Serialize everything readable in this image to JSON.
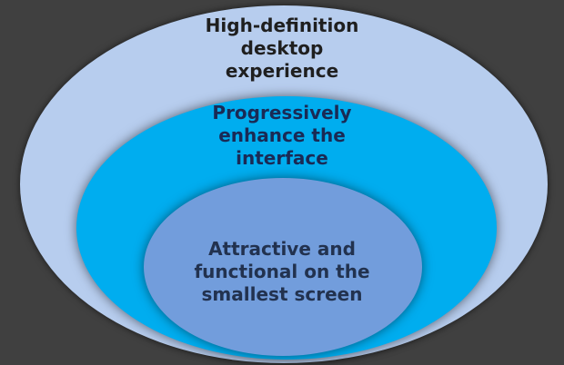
{
  "diagram": {
    "background_color": "#404040",
    "layers": [
      {
        "id": "outer",
        "color": "#b7cdee",
        "text": "High-definition\ndesktop\nexperience"
      },
      {
        "id": "middle",
        "color": "#00adef",
        "text": "Progressively\nenhance the\ninterface"
      },
      {
        "id": "inner",
        "color": "#729ddc",
        "text": "Attractive and\nfunctional on the\nsmallest screen"
      }
    ]
  }
}
